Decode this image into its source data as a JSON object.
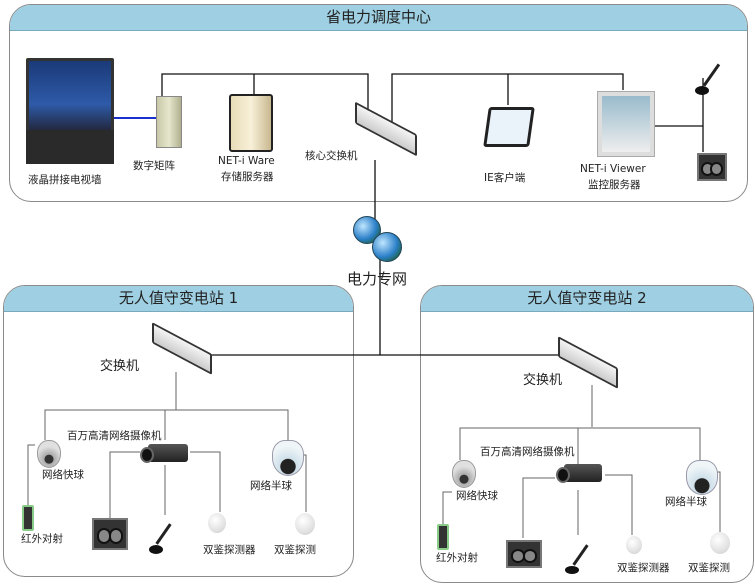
{
  "center": {
    "title": "省电力调度中心",
    "video_wall": "液晶拼接电视墙",
    "matrix": "数字矩阵",
    "storage_line1": "NET-i Ware",
    "storage_line2": "存储服务器",
    "core_switch": "核心交换机",
    "ie_client": "IE客户端",
    "viewer_line1": "NET-i Viewer",
    "viewer_line2": "监控服务器"
  },
  "network": "电力专网",
  "stations": [
    {
      "title": "无人值守变电站 1",
      "switch": "交换机",
      "hd_camera": "百万高清网络摄像机",
      "speed_dome": "网络快球",
      "half_dome": "网络半球",
      "ir_beam": "红外对射",
      "dual_detector": "双鉴探测器",
      "dual_detector2": "双鉴探测"
    },
    {
      "title": "无人值守变电站 2",
      "switch": "交换机",
      "hd_camera": "百万高清网络摄像机",
      "speed_dome": "网络快球",
      "half_dome": "网络半球",
      "ir_beam": "红外对射",
      "dual_detector": "双鉴探测器",
      "dual_detector2": "双鉴探测"
    }
  ],
  "colors": {
    "header": "#9ecfe2",
    "link_blue": "#1a2fd0"
  }
}
